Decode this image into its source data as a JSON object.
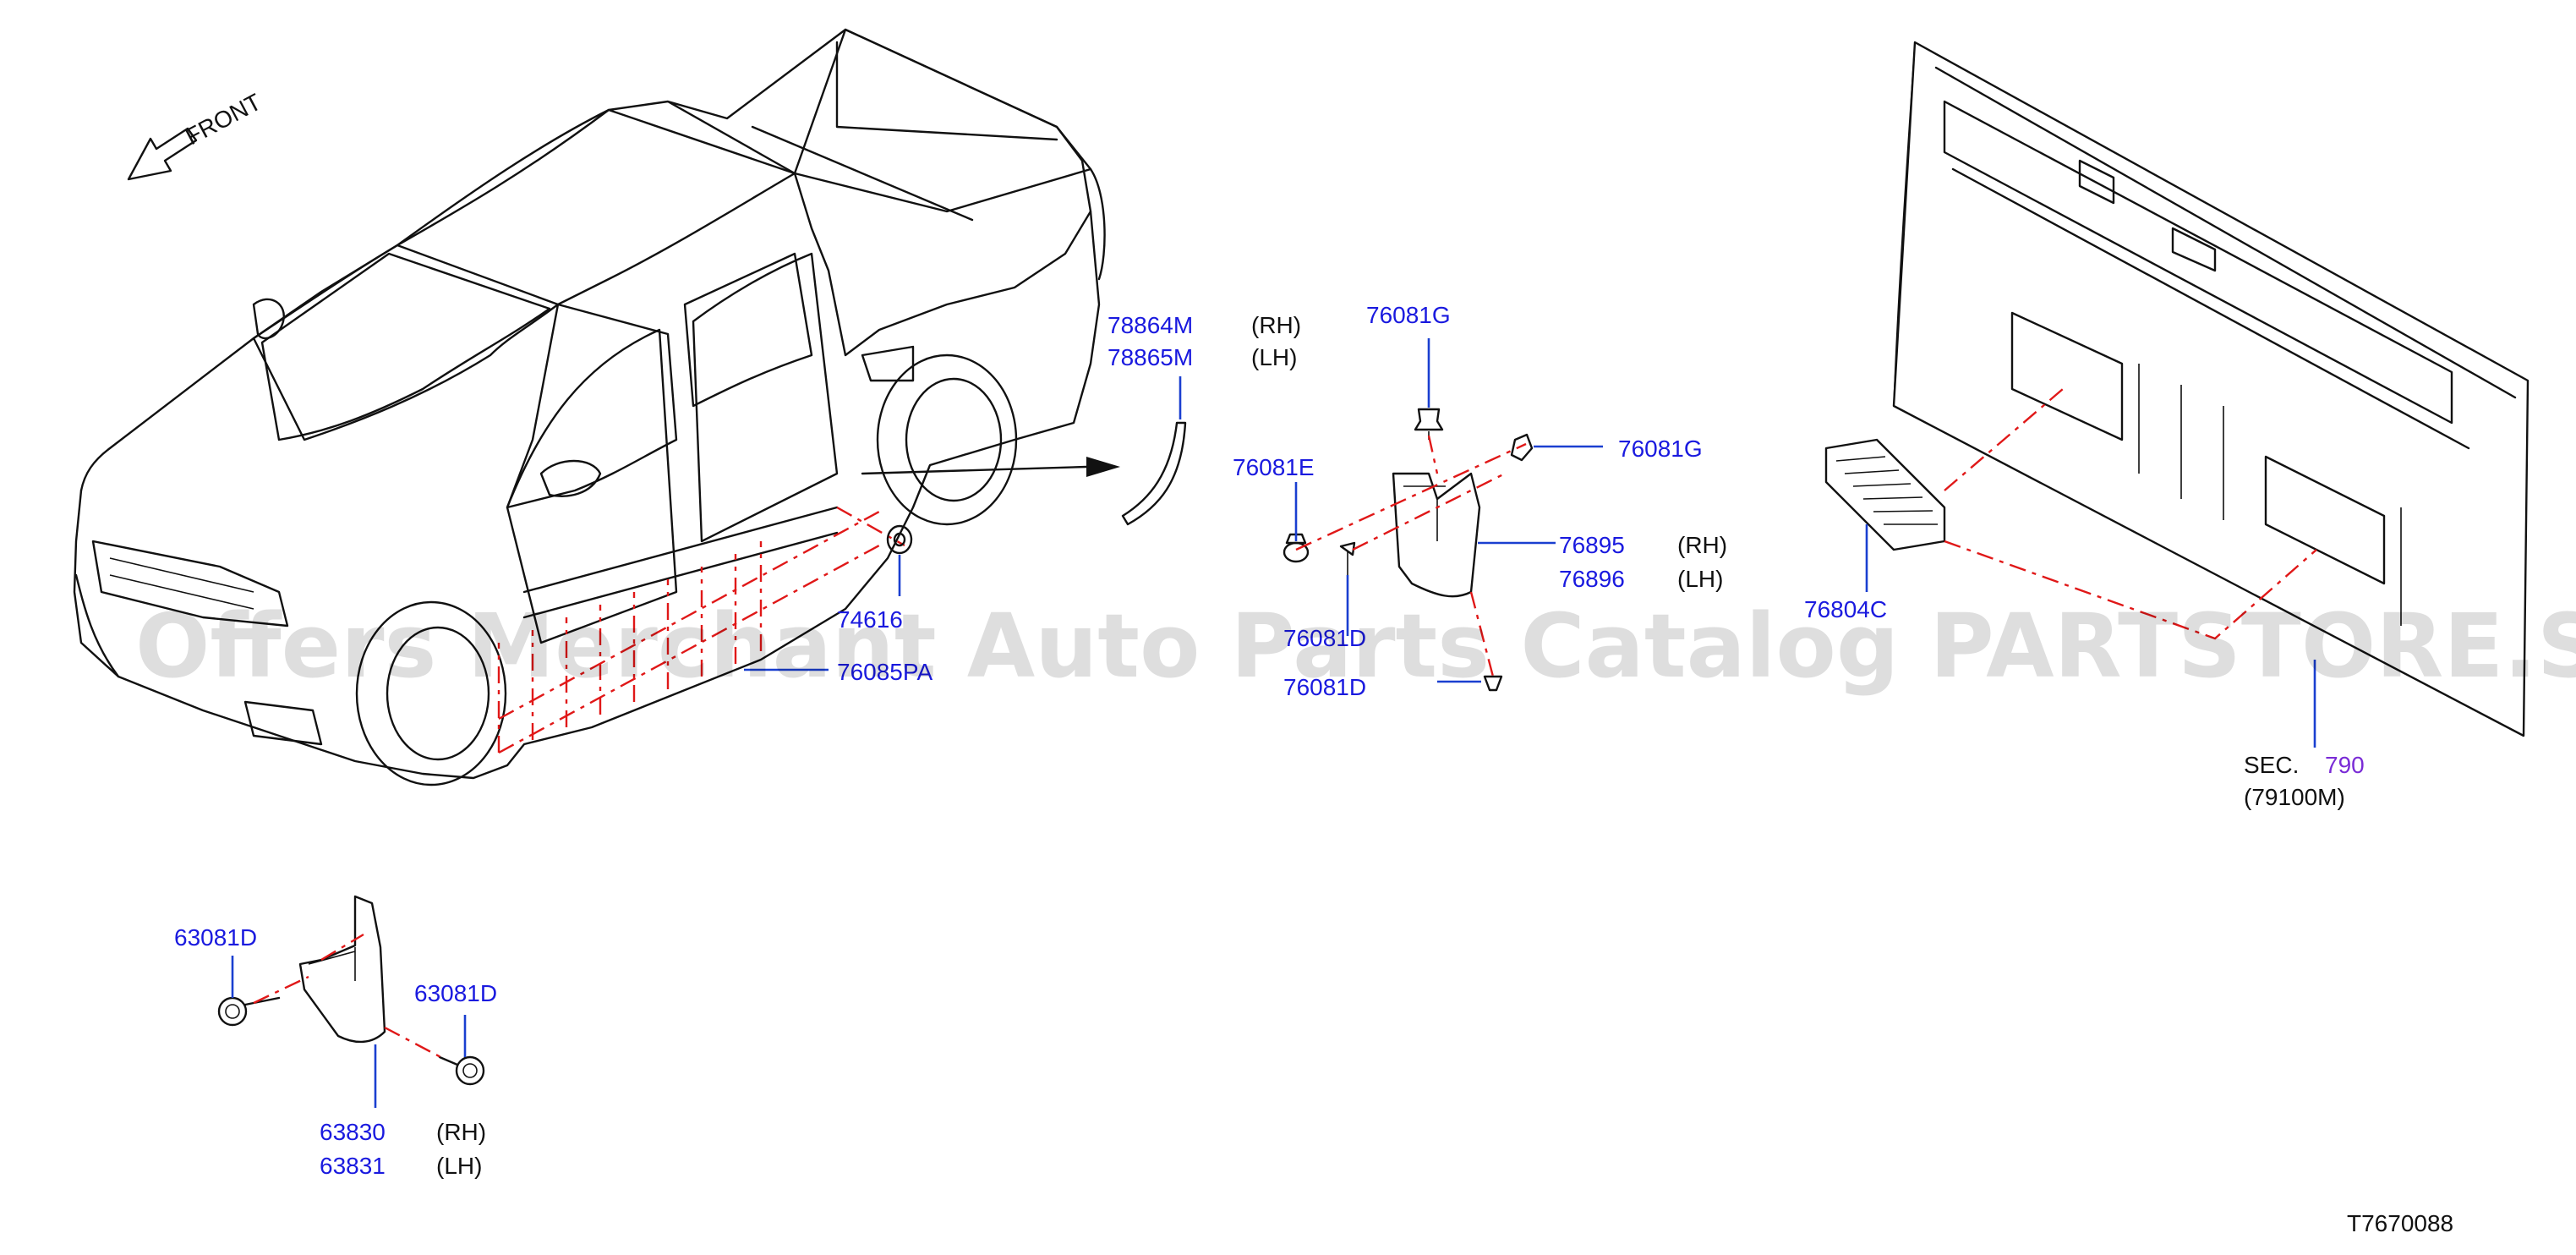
{
  "diagram_id": "T7670088",
  "watermark": "Offers Merchant Auto Parts Catalog PARTSTORE.SA",
  "direction_label": "FRONT",
  "colors": {
    "part_number": "#1a1adf",
    "leader": "#1a3fd0",
    "dash": "#e01818",
    "line": "#111111",
    "section_ref": "#7a2bd6"
  },
  "callouts": {
    "p78864M": "78864M",
    "p78864M_side": "(RH)",
    "p78865M": "78865M",
    "p78865M_side": "(LH)",
    "p76081G_top": "76081G",
    "p76081G_right": "76081G",
    "p76081E": "76081E",
    "p76895": "76895",
    "p76895_side": "(RH)",
    "p76896": "76896",
    "p76896_side": "(LH)",
    "p76081D_upper": "76081D",
    "p76081D_lower": "76081D",
    "p74616": "74616",
    "p76085PA": "76085PA",
    "p76804C": "76804C",
    "sec_prefix": "SEC.",
    "sec_number": "790",
    "sec_sub": "(79100M)",
    "p63081D_left": "63081D",
    "p63081D_right": "63081D",
    "p63830": "63830",
    "p63830_side": "(RH)",
    "p63831": "63831",
    "p63831_side": "(LH)"
  }
}
